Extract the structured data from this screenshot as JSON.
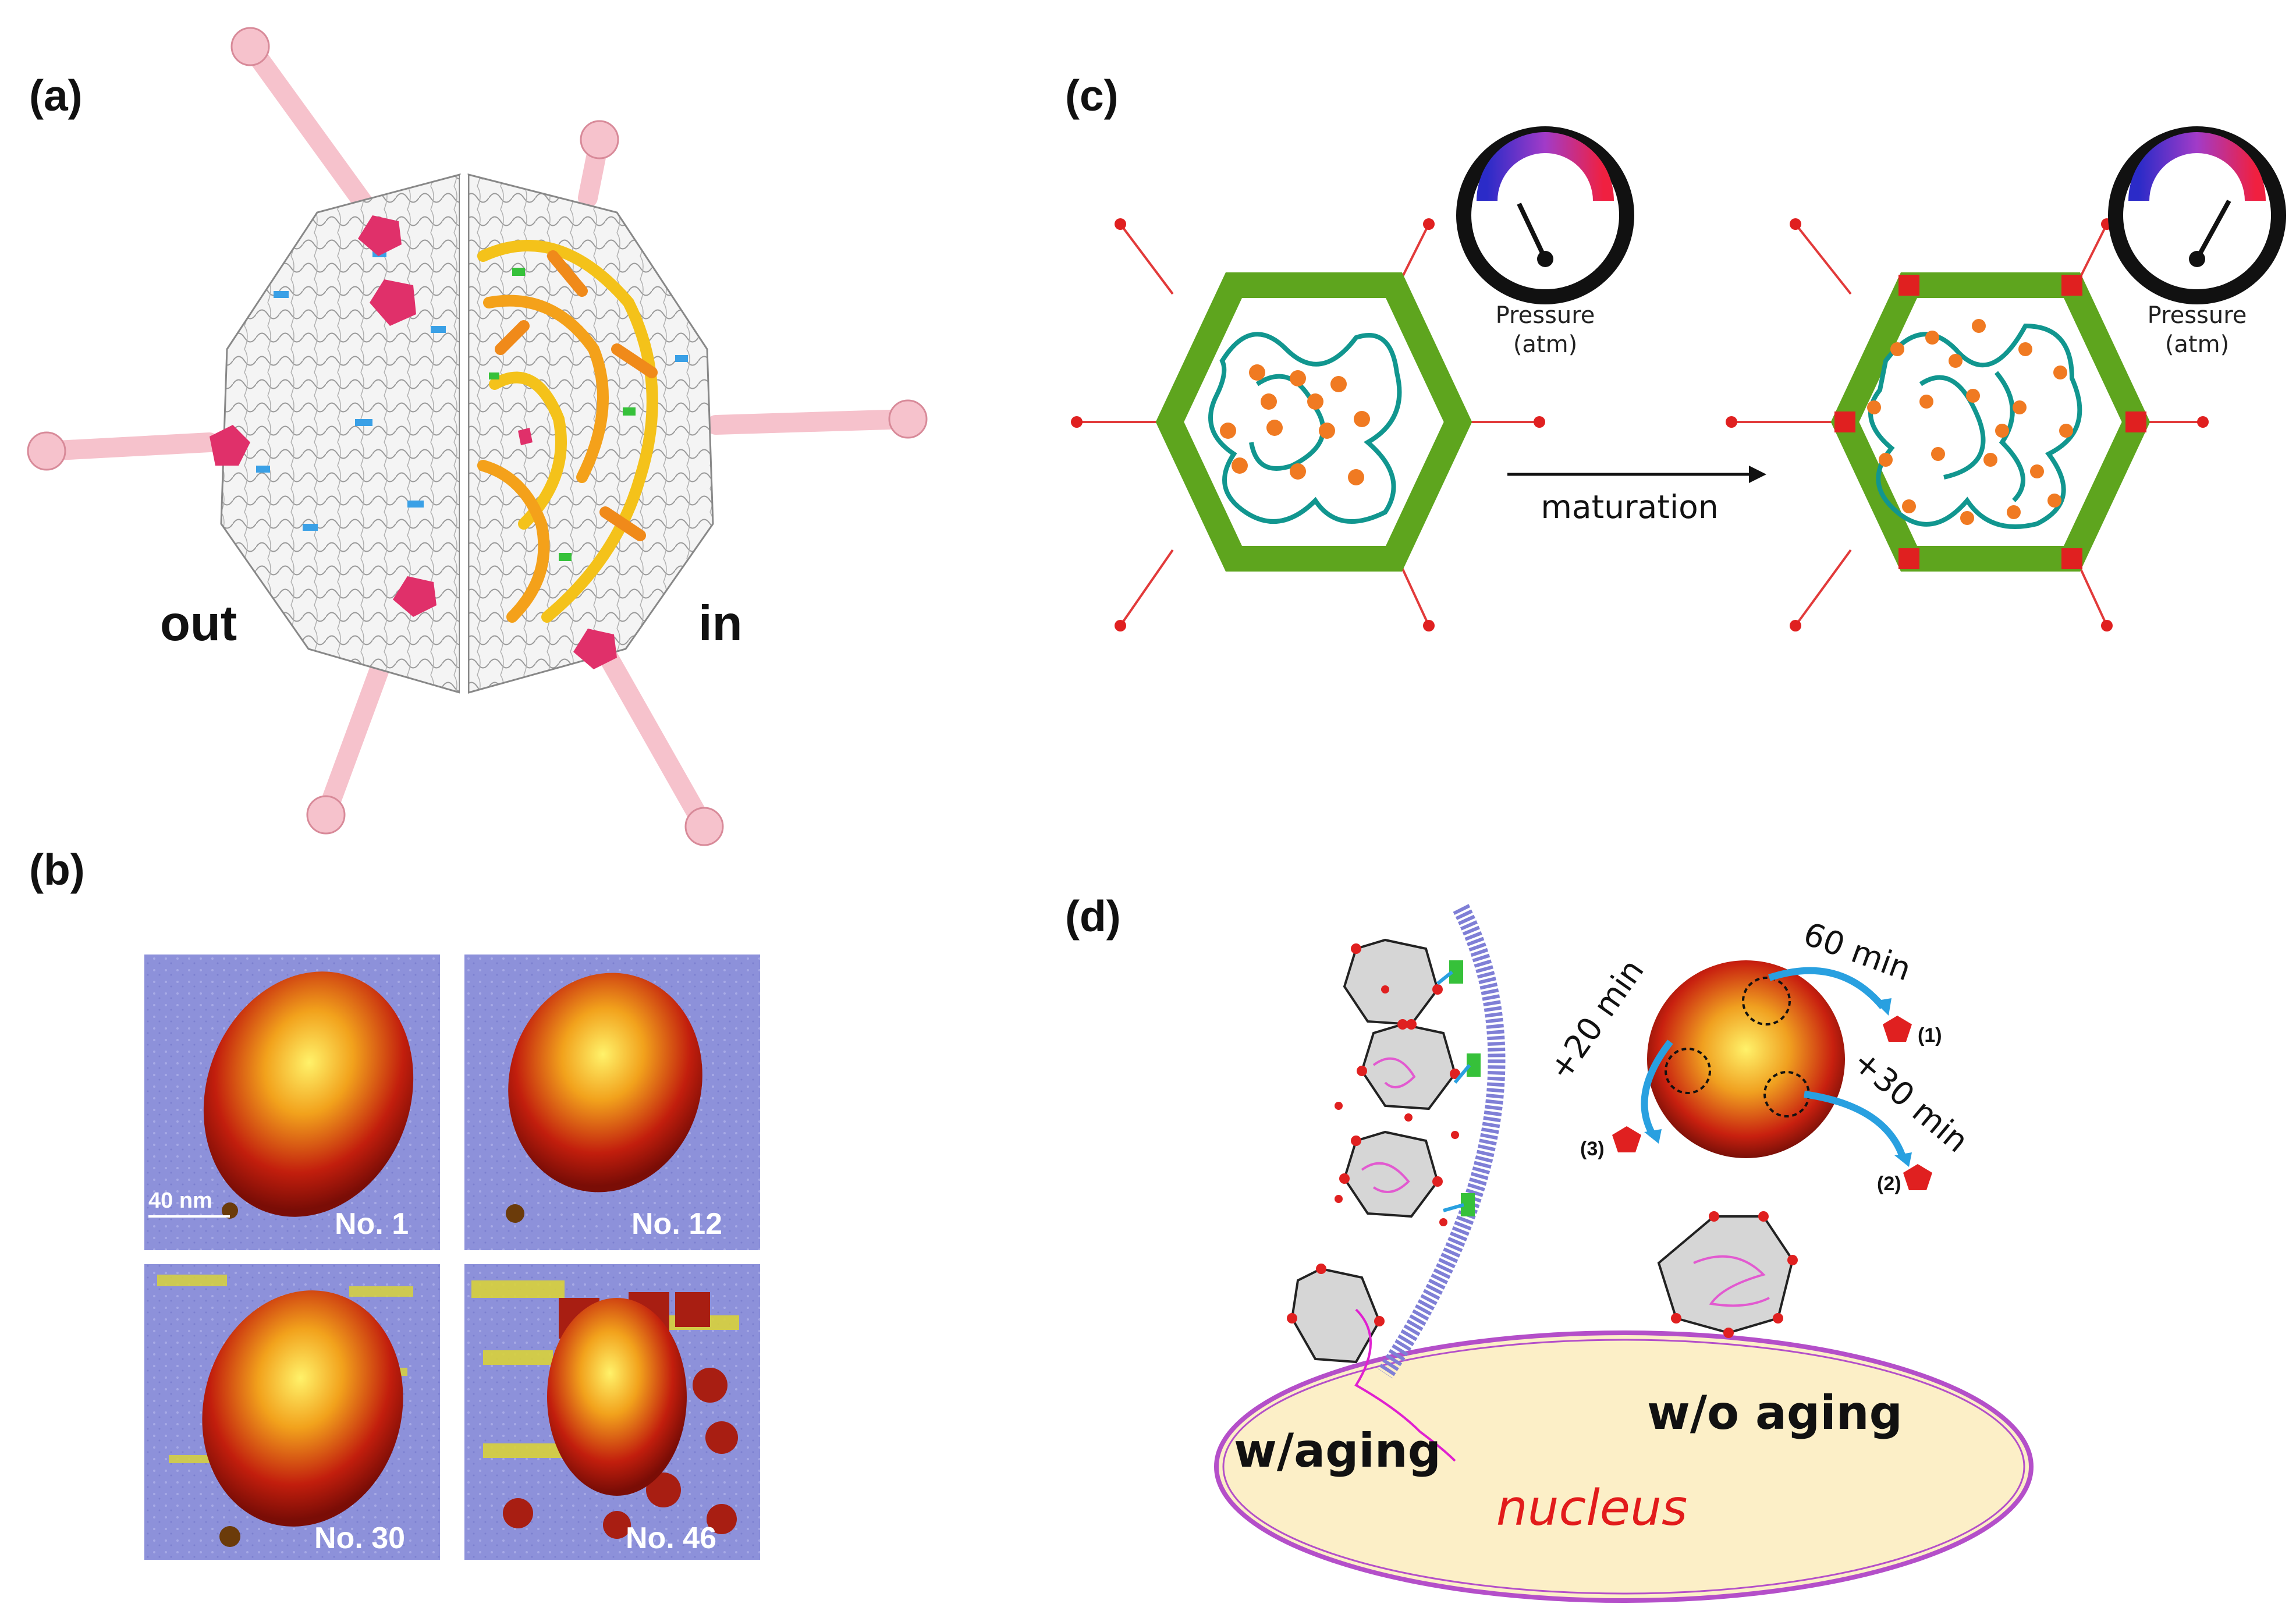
{
  "panels": {
    "a": {
      "label": "(a)",
      "out_label": "out",
      "in_label": "in"
    },
    "b": {
      "label": "(b)",
      "scale_bar": "40 nm",
      "frames": [
        "No. 1",
        "No. 12",
        "No. 30",
        "No. 46"
      ]
    },
    "c": {
      "label": "(c)",
      "gauge_title": "Pressure",
      "gauge_unit": "(atm)",
      "arrow_label": "maturation"
    },
    "d": {
      "label": "(d)",
      "times": {
        "t60": "60 min",
        "t20": "+20 min",
        "t30": "+30 min"
      },
      "steps": {
        "s1": "(1)",
        "s2": "(2)",
        "s3": "(3)"
      },
      "with_aging": "w/aging",
      "without_aging": "w/o aging",
      "nucleus": "nucleus"
    }
  },
  "colors": {
    "shell_green": "#5ea51e",
    "dna_teal": "#11968f",
    "protein_orange": "#f07a22",
    "fiber_pink": "#f6c2cc",
    "penton_red": "#e0306a",
    "afm_bg": "#8a8ed8",
    "nucleus_fill": "#fcefc7",
    "nucleus_edge": "#b44fc9"
  }
}
